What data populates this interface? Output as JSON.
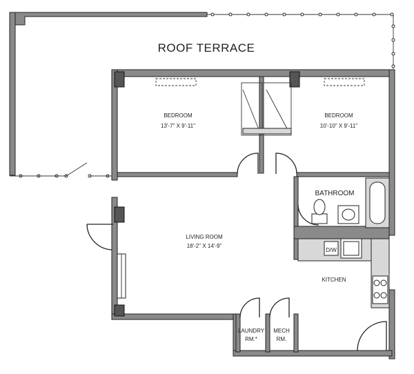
{
  "labels": {
    "roof_terrace": "ROOF TERRACE",
    "bedroom1_name": "BEDROOM",
    "bedroom1_dim": "13'-7\" X 9'-11\"",
    "bedroom2_name": "BEDROOM",
    "bedroom2_dim": "10'-10\" X 9'-11\"",
    "bathroom": "BATHROOM",
    "living_name": "LIVING ROOM",
    "living_dim": "18'-2\" X 14'-9\"",
    "dw": "D/W",
    "kitchen": "KITCHEN",
    "laundry_line1": "LAUNDRY",
    "laundry_line2": "RM.*",
    "mech_line1": "MECH",
    "mech_line2": "RM."
  }
}
